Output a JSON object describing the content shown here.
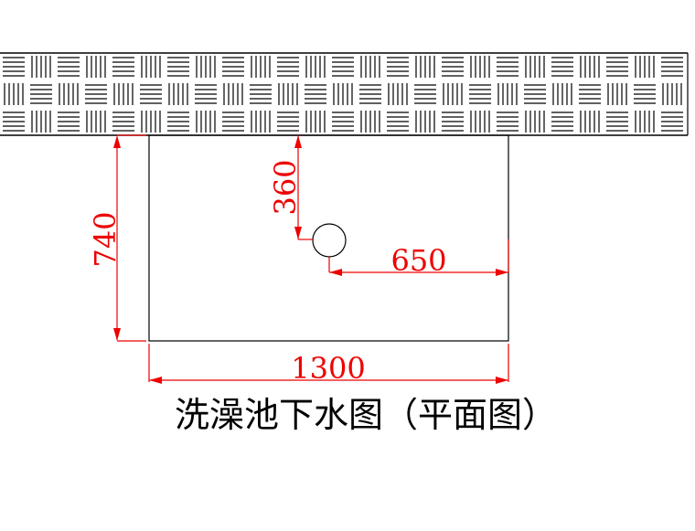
{
  "dimensions": {
    "width_label": "1300",
    "depth_label": "740",
    "drain_from_wall_label": "360",
    "drain_from_side_label": "650"
  },
  "title": "洗澡池下水图（平面图）",
  "colors": {
    "outline": "#000000",
    "dimension": "#ee0000",
    "background": "#ffffff"
  }
}
